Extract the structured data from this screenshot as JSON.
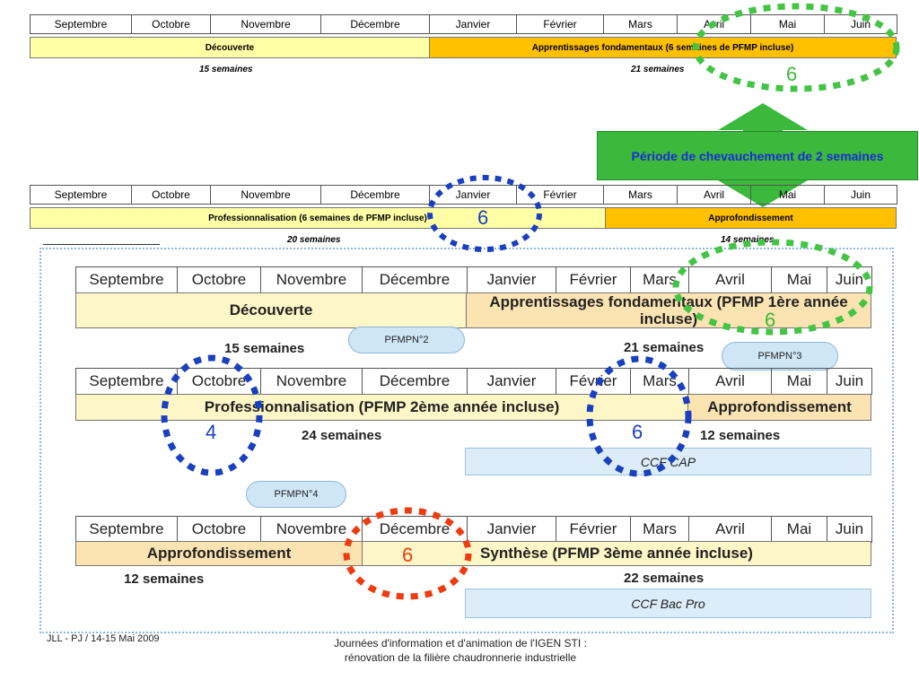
{
  "top": {
    "months": [
      "Septembre",
      "Octobre",
      "Novembre",
      "Décembre",
      "Janvier",
      "Février",
      "Mars",
      "Avril",
      "Mai",
      "Juin"
    ],
    "row1": {
      "phase1": "Découverte",
      "phase2": "Apprentissages fondamentaux (6 semaines de PFMP incluse)",
      "weeks1": "15 semaines",
      "weeks2": "21 semaines"
    },
    "row2": {
      "phase1": "Professionnalisation (6 semaines de PFMP incluse)",
      "phase2": "Approfondissement",
      "weeks1": "20 semaines",
      "weeks2": "14 semaines"
    },
    "overlap": "Période de chevauchement de 2 semaines",
    "mark_green": "6",
    "mark_blue": "6"
  },
  "bottom": {
    "months": [
      "Septembre",
      "Octobre",
      "Novembre",
      "Décembre",
      "Janvier",
      "Février",
      "Mars",
      "Avril",
      "Mai",
      "Juin"
    ],
    "year1": {
      "phase1": "Découverte",
      "phase2": "Apprentissages fondamentaux (PFMP 1ère année incluse)",
      "weeks1": "15 semaines",
      "weeks2": "21 semaines",
      "cloud": "PFMPN°2",
      "mark": "6"
    },
    "year2": {
      "phase1": "Professionnalisation (PFMP 2ème année incluse)",
      "phase2": "Approfondissement",
      "weeks1": "24 semaines",
      "weeks2": "12 semaines",
      "ccf": "CCF CAP",
      "cloud": "PFMPN°3",
      "mark_left": "4",
      "mark_right": "6"
    },
    "year3": {
      "phase1": "Approfondissement",
      "phase2": "Synthèse  (PFMP 3ème année incluse)",
      "weeks1": "12 semaines",
      "weeks2": "22 semaines",
      "ccf": "CCF Bac Pro",
      "cloud": "PFMPN°4",
      "mark": "6"
    }
  },
  "footer": {
    "left": "JLL - PJ / 14-15 Mai 2009",
    "center": "Journées d'information et d'animation de l'IGEN STI : rénovation de la filière chaudronnerie industrielle"
  },
  "colors": {
    "yellow_light": "#ffffa6",
    "orange": "#ffc000",
    "peach": "#fbe3b2",
    "cream": "#fdf6c6",
    "green": "#3cb83c",
    "green_dots": "#44c444",
    "blue_dots": "#1a3fbf",
    "red_dots": "#ee3b0f",
    "ccf_blue": "#dcecf8",
    "frame_blue": "#8fb3e6"
  }
}
